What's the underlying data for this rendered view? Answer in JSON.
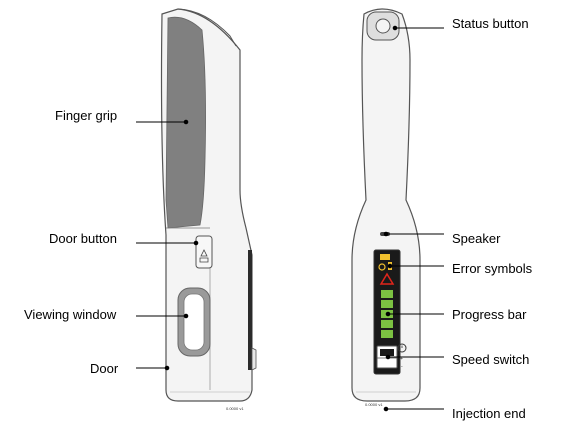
{
  "labels": {
    "finger_grip": "Finger grip",
    "door_button": "Door button",
    "viewing_window": "Viewing window",
    "door": "Door",
    "status_button": "Status button",
    "speaker": "Speaker",
    "error_symbols": "Error symbols",
    "progress_bar": "Progress bar",
    "speed_switch": "Speed switch",
    "injection_end": "Injection end"
  },
  "part_codes": {
    "left_device": "0.0000 v1",
    "right_device": "0.0000 v1"
  },
  "colors": {
    "device_body": "#f4f4f4",
    "outline": "#555555",
    "grip": "#808080",
    "progress_green": "#7cc242",
    "error_yellow": "#f2c12e",
    "error_red": "#e1251b",
    "panel": "#1a1a1a"
  }
}
